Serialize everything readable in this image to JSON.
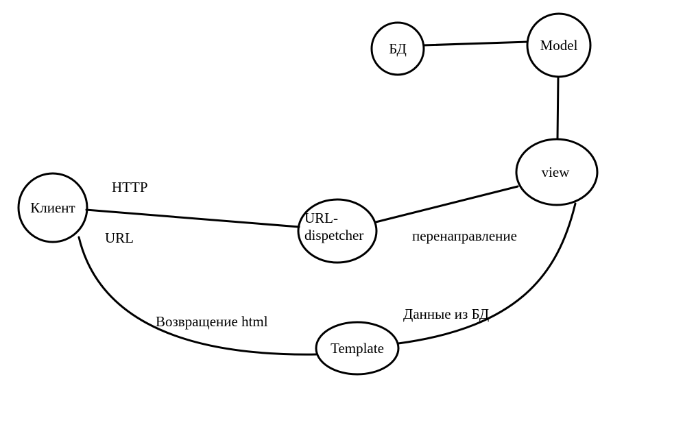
{
  "canvas": {
    "background_color": "#ffffff",
    "stroke_color": "#000000"
  },
  "nodes": {
    "db": {
      "label": "БД"
    },
    "model": {
      "label": "Model"
    },
    "view": {
      "label": "view"
    },
    "url_dispetcher": {
      "label_line1": "URL-",
      "label_line2": "dispetcher"
    },
    "client": {
      "label": "Клиент"
    },
    "template": {
      "label": "Template"
    }
  },
  "edge_labels": {
    "http": "HTTP",
    "url": "URL",
    "redirect": "перенаправление",
    "return_html": "Возвращение html",
    "data_from_db": "Данные из БД"
  }
}
